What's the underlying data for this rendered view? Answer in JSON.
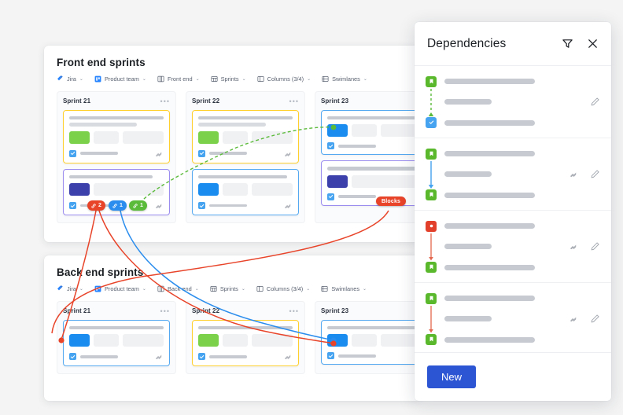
{
  "boards": [
    {
      "id": "front-end",
      "title": "Front end sprints",
      "toolbar": [
        {
          "label": "Jira",
          "icon": "jira-icon",
          "caret": "⌄"
        },
        {
          "label": "Product team",
          "icon": "board-icon",
          "caret": "⌄"
        },
        {
          "label": "Front end",
          "icon": "columns-icon",
          "caret": "⌄"
        },
        {
          "label": "Sprints",
          "icon": "table-icon",
          "caret": "⌄"
        },
        {
          "label": "Columns (3/4)",
          "icon": "layout-icon",
          "caret": "⌄"
        },
        {
          "label": "Swimlanes",
          "icon": "swimlane-icon",
          "caret": "⌄"
        }
      ],
      "columns": [
        {
          "title": "Sprint 21",
          "menu": "•••",
          "cards": [
            {
              "border": "yellow",
              "swatch": "green"
            },
            {
              "border": "purple",
              "swatch": "indigo"
            }
          ]
        },
        {
          "title": "Sprint 22",
          "menu": "•••",
          "cards": [
            {
              "border": "yellow",
              "swatch": "green"
            },
            {
              "border": "blue",
              "swatch": "blue"
            }
          ]
        },
        {
          "title": "Sprint 23",
          "menu": "•••",
          "cards": [
            {
              "border": "blue",
              "swatch": "blue"
            },
            {
              "border": "purple",
              "swatch": "indigo"
            }
          ]
        }
      ]
    },
    {
      "id": "back-end",
      "title": "Back end sprints",
      "toolbar": [
        {
          "label": "Jira",
          "icon": "jira-icon",
          "caret": "⌄"
        },
        {
          "label": "Product team",
          "icon": "board-icon",
          "caret": "⌄"
        },
        {
          "label": "Back end",
          "icon": "columns-icon",
          "caret": "⌄"
        },
        {
          "label": "Sprints",
          "icon": "table-icon",
          "caret": "⌄"
        },
        {
          "label": "Columns (3/4)",
          "icon": "layout-icon",
          "caret": "⌄"
        },
        {
          "label": "Swimlanes",
          "icon": "swimlane-icon",
          "caret": "⌄"
        }
      ],
      "columns": [
        {
          "title": "Sprint 21",
          "menu": "•••",
          "cards": [
            {
              "border": "blue",
              "swatch": "blue"
            }
          ]
        },
        {
          "title": "Sprint 22",
          "menu": "•••",
          "cards": [
            {
              "border": "yellow",
              "swatch": "green"
            }
          ]
        },
        {
          "title": "Sprint 23",
          "menu": "•••",
          "cards": [
            {
              "border": "blue",
              "swatch": "blue"
            }
          ]
        }
      ]
    }
  ],
  "link_badges": [
    {
      "count": "2",
      "color": "#e8442a",
      "name": "dependency-badge-red"
    },
    {
      "count": "1",
      "color": "#2b8ded",
      "name": "dependency-badge-blue"
    },
    {
      "count": "1",
      "color": "#5aba3a",
      "name": "dependency-badge-green"
    }
  ],
  "blocks_pill": {
    "label": "Blocks",
    "color": "#e8442a"
  },
  "panel": {
    "title": "Dependencies",
    "filter_icon": "filter-icon",
    "close_icon": "close-icon",
    "new_button": "New",
    "rows": [
      {
        "from_icon": "story-icon",
        "from_color": "#59b82c",
        "to_icon": "task-icon",
        "to_color": "#45a3f0",
        "arrow_color": "#4caf50",
        "arrow_style": "dashed",
        "has_jira_icon": false,
        "edit_icon": "edit-pencil-icon"
      },
      {
        "from_icon": "story-icon",
        "from_color": "#59b82c",
        "to_icon": "story-icon",
        "to_color": "#59b82c",
        "arrow_color": "#45a3f0",
        "arrow_style": "solid",
        "has_jira_icon": true,
        "edit_icon": "edit-pencil-icon"
      },
      {
        "from_icon": "bug-icon",
        "from_color": "#e3402b",
        "to_icon": "story-icon",
        "to_color": "#59b82c",
        "arrow_color": "#e3674f",
        "arrow_style": "solid",
        "has_jira_icon": true,
        "edit_icon": "edit-pencil-icon"
      },
      {
        "from_icon": "story-icon",
        "from_color": "#59b82c",
        "to_icon": "story-icon",
        "to_color": "#59b82c",
        "arrow_color": "#e3674f",
        "arrow_style": "solid",
        "has_jira_icon": true,
        "edit_icon": "edit-pencil-icon"
      }
    ]
  }
}
